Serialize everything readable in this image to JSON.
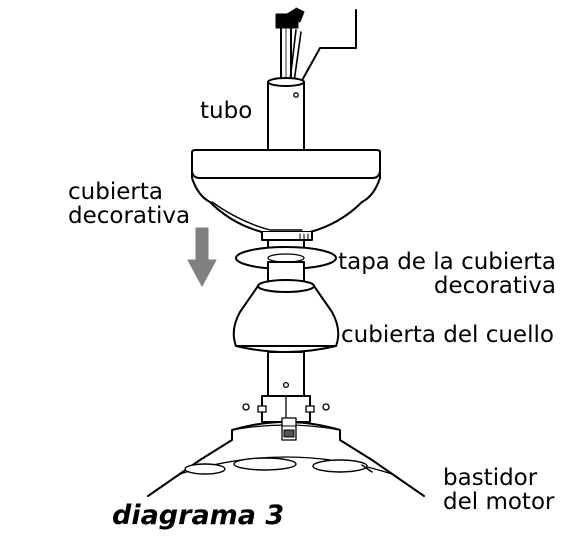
{
  "labels": {
    "tubo": "tubo",
    "cubierta_decorativa": [
      "cubierta",
      "decorativa"
    ],
    "tapa": [
      "tapa de la cubierta",
      "decorativa"
    ],
    "cubierta_cuello": "cubierta del cuello",
    "bastidor": [
      "bastidor",
      "del motor"
    ]
  },
  "caption": "diagrama 3",
  "colors": {
    "line": "#000000",
    "arrow": "#808080",
    "wire_gray": "#9a9a9a",
    "fill": "#ffffff"
  }
}
